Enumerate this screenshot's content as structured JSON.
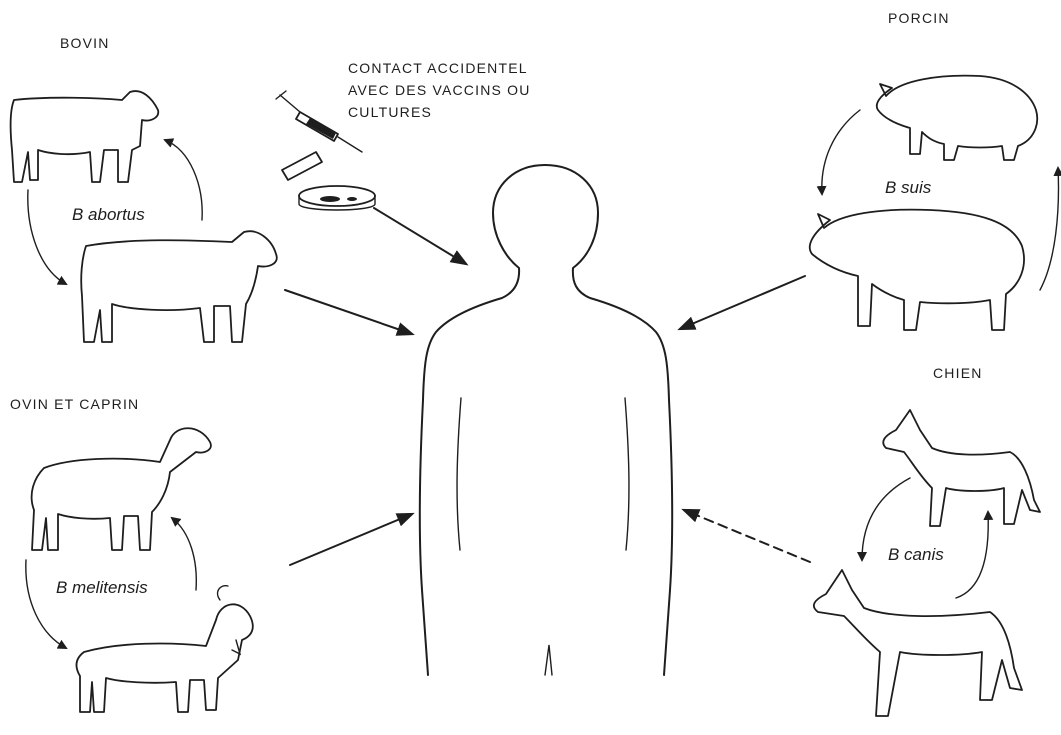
{
  "colors": {
    "ink": "#1e1e1e",
    "background": "#ffffff"
  },
  "labels": {
    "bovin": "BOVIN",
    "contact": "CONTACT ACCIDENTEL\nAVEC DES VACCINS OU\nCULTURES",
    "porcin": "PORCIN",
    "ovin_caprin": "OVIN ET CAPRIN",
    "chien": "CHIEN"
  },
  "species": {
    "abortus": "B abortus",
    "suis": "B suis",
    "melitensis": "B melitensis",
    "canis": "B canis"
  },
  "icons": [
    "cow-icon",
    "pig-icon",
    "sheep-icon",
    "goat-icon",
    "dog-icon",
    "syringe-icon",
    "petri-dish-icon",
    "human-silhouette-icon"
  ]
}
